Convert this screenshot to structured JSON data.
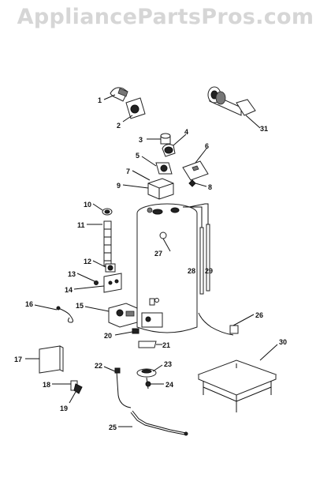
{
  "watermark": "AppliancePartsPros.com",
  "callouts": [
    "1",
    "2",
    "3",
    "4",
    "5",
    "6",
    "7",
    "8",
    "9",
    "10",
    "11",
    "12",
    "13",
    "14",
    "15",
    "16",
    "17",
    "18",
    "19",
    "20",
    "21",
    "22",
    "23",
    "24",
    "25",
    "26",
    "27",
    "28",
    "29",
    "30",
    "31"
  ]
}
